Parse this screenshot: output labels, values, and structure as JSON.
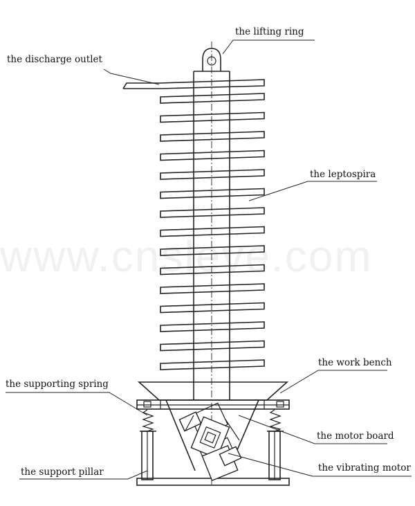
{
  "watermark": "www.cnsleve.com",
  "labels": {
    "lifting_ring": "the lifting ring",
    "discharge_outlet": "the discharge outlet",
    "leptospira": "the leptospira",
    "work_bench": "the work bench",
    "supporting_spring": "the supporting spring",
    "motor_board": "the motor board",
    "support_pillar": "the support pillar",
    "vibrating_motor": "the vibrating motor"
  }
}
